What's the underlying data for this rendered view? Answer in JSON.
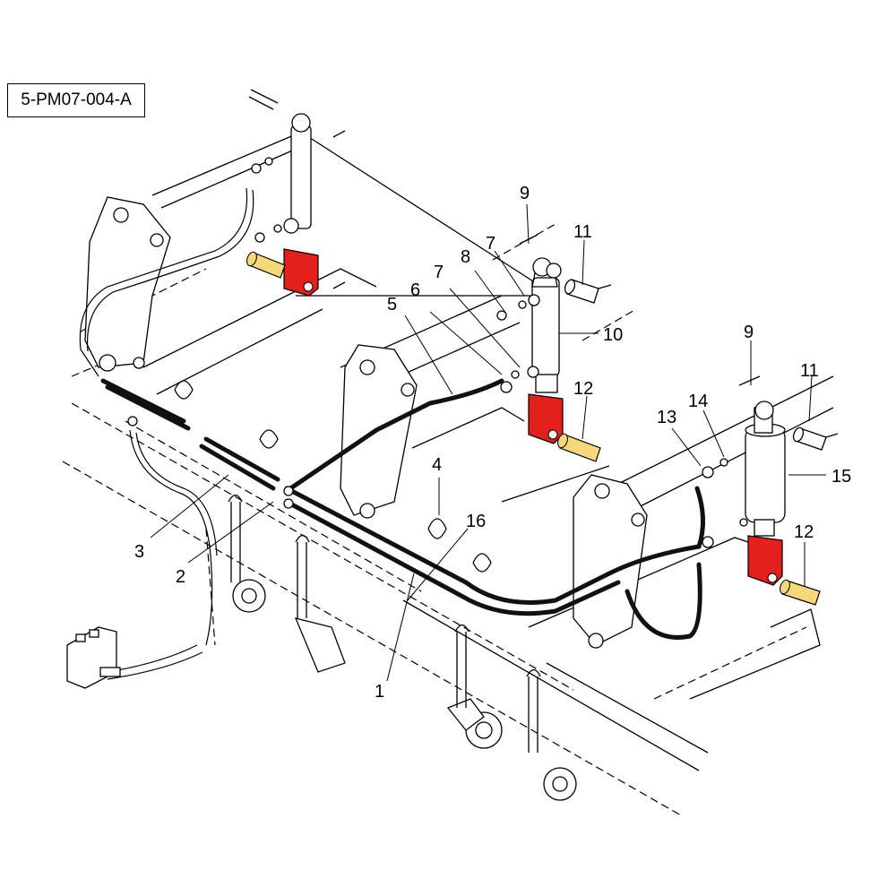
{
  "reference_code": "5-PM07-004-A",
  "colors": {
    "clevis": "#e3201b",
    "pin": "#f6d87a",
    "line": "#000000",
    "hose": "#111111"
  },
  "callouts": [
    {
      "id": "c1",
      "text": "1"
    },
    {
      "id": "c2",
      "text": "2"
    },
    {
      "id": "c3",
      "text": "3"
    },
    {
      "id": "c4",
      "text": "4"
    },
    {
      "id": "c5",
      "text": "5"
    },
    {
      "id": "c6",
      "text": "6"
    },
    {
      "id": "c7a",
      "text": "7"
    },
    {
      "id": "c7b",
      "text": "7"
    },
    {
      "id": "c8",
      "text": "8"
    },
    {
      "id": "c9a",
      "text": "9"
    },
    {
      "id": "c9b",
      "text": "9"
    },
    {
      "id": "c10",
      "text": "10"
    },
    {
      "id": "c11a",
      "text": "11"
    },
    {
      "id": "c11b",
      "text": "11"
    },
    {
      "id": "c12a",
      "text": "12"
    },
    {
      "id": "c12b",
      "text": "12"
    },
    {
      "id": "c13",
      "text": "13"
    },
    {
      "id": "c14",
      "text": "14"
    },
    {
      "id": "c15",
      "text": "15"
    },
    {
      "id": "c16",
      "text": "16"
    }
  ]
}
